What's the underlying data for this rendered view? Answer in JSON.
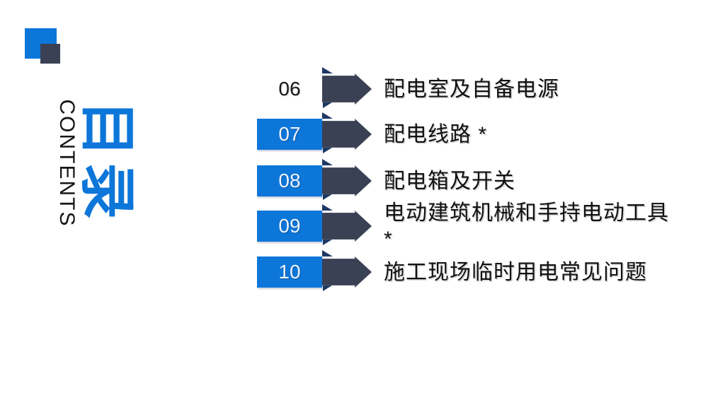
{
  "slide": {
    "title_cn": "目录",
    "title_en": "CONTENTS",
    "items": [
      {
        "number": "06",
        "label": "配电室及自备电源",
        "highlighted": false
      },
      {
        "number": "07",
        "label": "配电线路 *",
        "highlighted": true
      },
      {
        "number": "08",
        "label": "配电箱及开关",
        "highlighted": true
      },
      {
        "number": "09",
        "label": "电动建筑机械和手持电动工具 *",
        "highlighted": true
      },
      {
        "number": "10",
        "label": "施工现场临时用电常见问题",
        "highlighted": true
      }
    ],
    "colors": {
      "accent_blue": "#0d76d9",
      "dark_slate": "#3a4154",
      "navy": "#1f3864"
    }
  }
}
